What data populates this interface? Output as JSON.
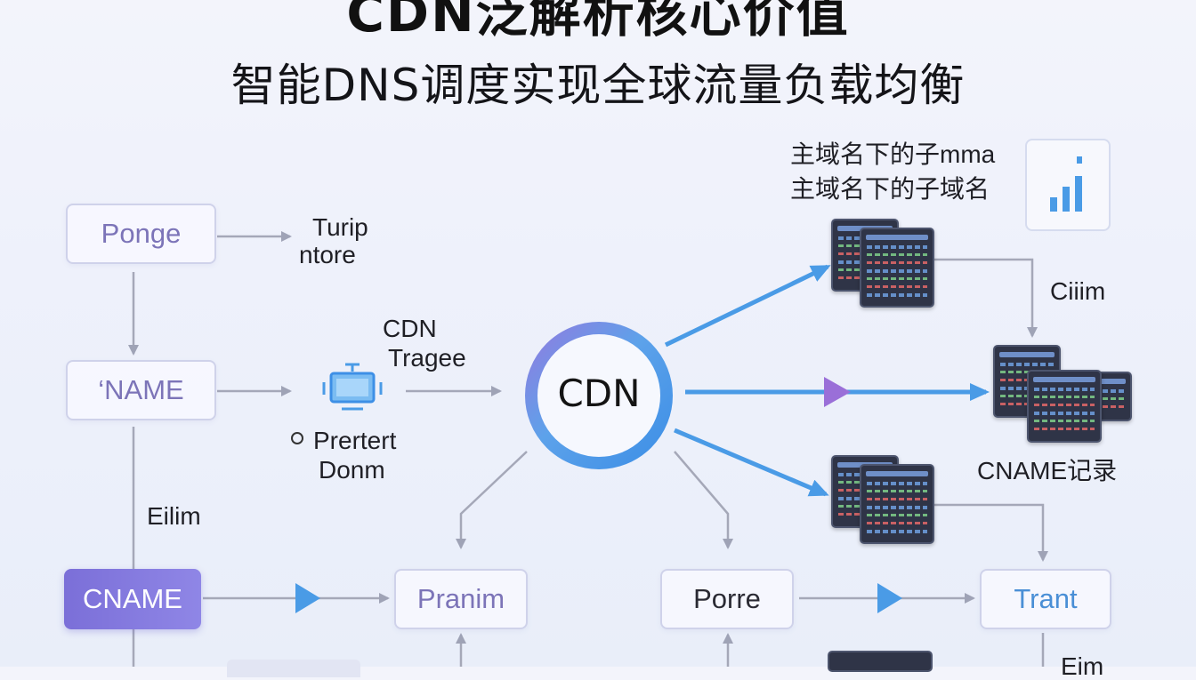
{
  "title": "CDN泛解析核心价值",
  "subtitle": "智能DNS调度实现全球流量负载均衡",
  "nodes": {
    "ponge": "Ponge",
    "name": "‘NAME",
    "cname": "CNAME",
    "pranim": "Pranim",
    "porre": "Porre",
    "trant": "Trant"
  },
  "labels": {
    "turip": "Turip",
    "ntore": "ntore",
    "cdn_line1": "CDN",
    "cdn_line2": "Tragee",
    "prertert": "Prertert",
    "donm": "Donm",
    "eilim": "Eilim",
    "subdomain_line1": "主域名下的子mma",
    "subdomain_line2": "主域名下的子域名",
    "ciiim": "Ciiim",
    "cname_record": "CNAME记录",
    "eim_partial": "Eim"
  },
  "center": {
    "label": "CDN"
  },
  "colors": {
    "accent_blue": "#4a9be6",
    "accent_purple": "#8a6fd8",
    "arrow_gray": "#a5a8b8",
    "node_border": "#cfd2ea"
  },
  "icons": {
    "monitor": "monitor-icon",
    "bar_chart": "bar-chart-icon",
    "server": "server-rack-icon"
  }
}
